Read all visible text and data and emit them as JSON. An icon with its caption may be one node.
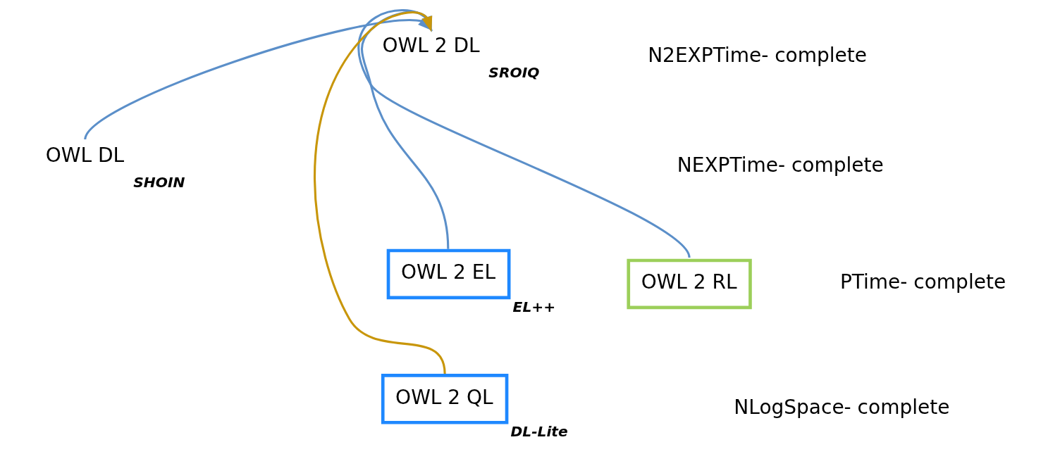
{
  "diagram": {
    "nodes": [
      {
        "text": [
          "OWL 2 DL"
        ],
        "beside": [
          "SROIQ"
        ]
      },
      {
        "text": [
          "OWL DL"
        ],
        "beside": [
          "SHOIN"
        ]
      },
      {
        "text": [
          "OWL 2 EL"
        ],
        "beside": [
          "EL++"
        ]
      },
      {
        "text": [
          "OWL 2 RL"
        ]
      },
      {
        "text": [
          "OWL 2 QL"
        ],
        "beside": [
          "DL-Lite"
        ]
      }
    ],
    "edges": [
      {
        "from": 2,
        "to": 0,
        "arrow": "to"
      },
      {
        "from": 4,
        "to": 0,
        "arrow": "to",
        "color": "#c8960a"
      },
      {
        "from": 3,
        "to": 0,
        "arrow": "to"
      },
      {
        "from": 1,
        "to": 0,
        "arrow": "to"
      }
    ],
    "labels": [
      "N2EXPTime- complete",
      "NEXPTime- complete",
      "PTime- complete",
      "NLogSpace- complete"
    ]
  }
}
